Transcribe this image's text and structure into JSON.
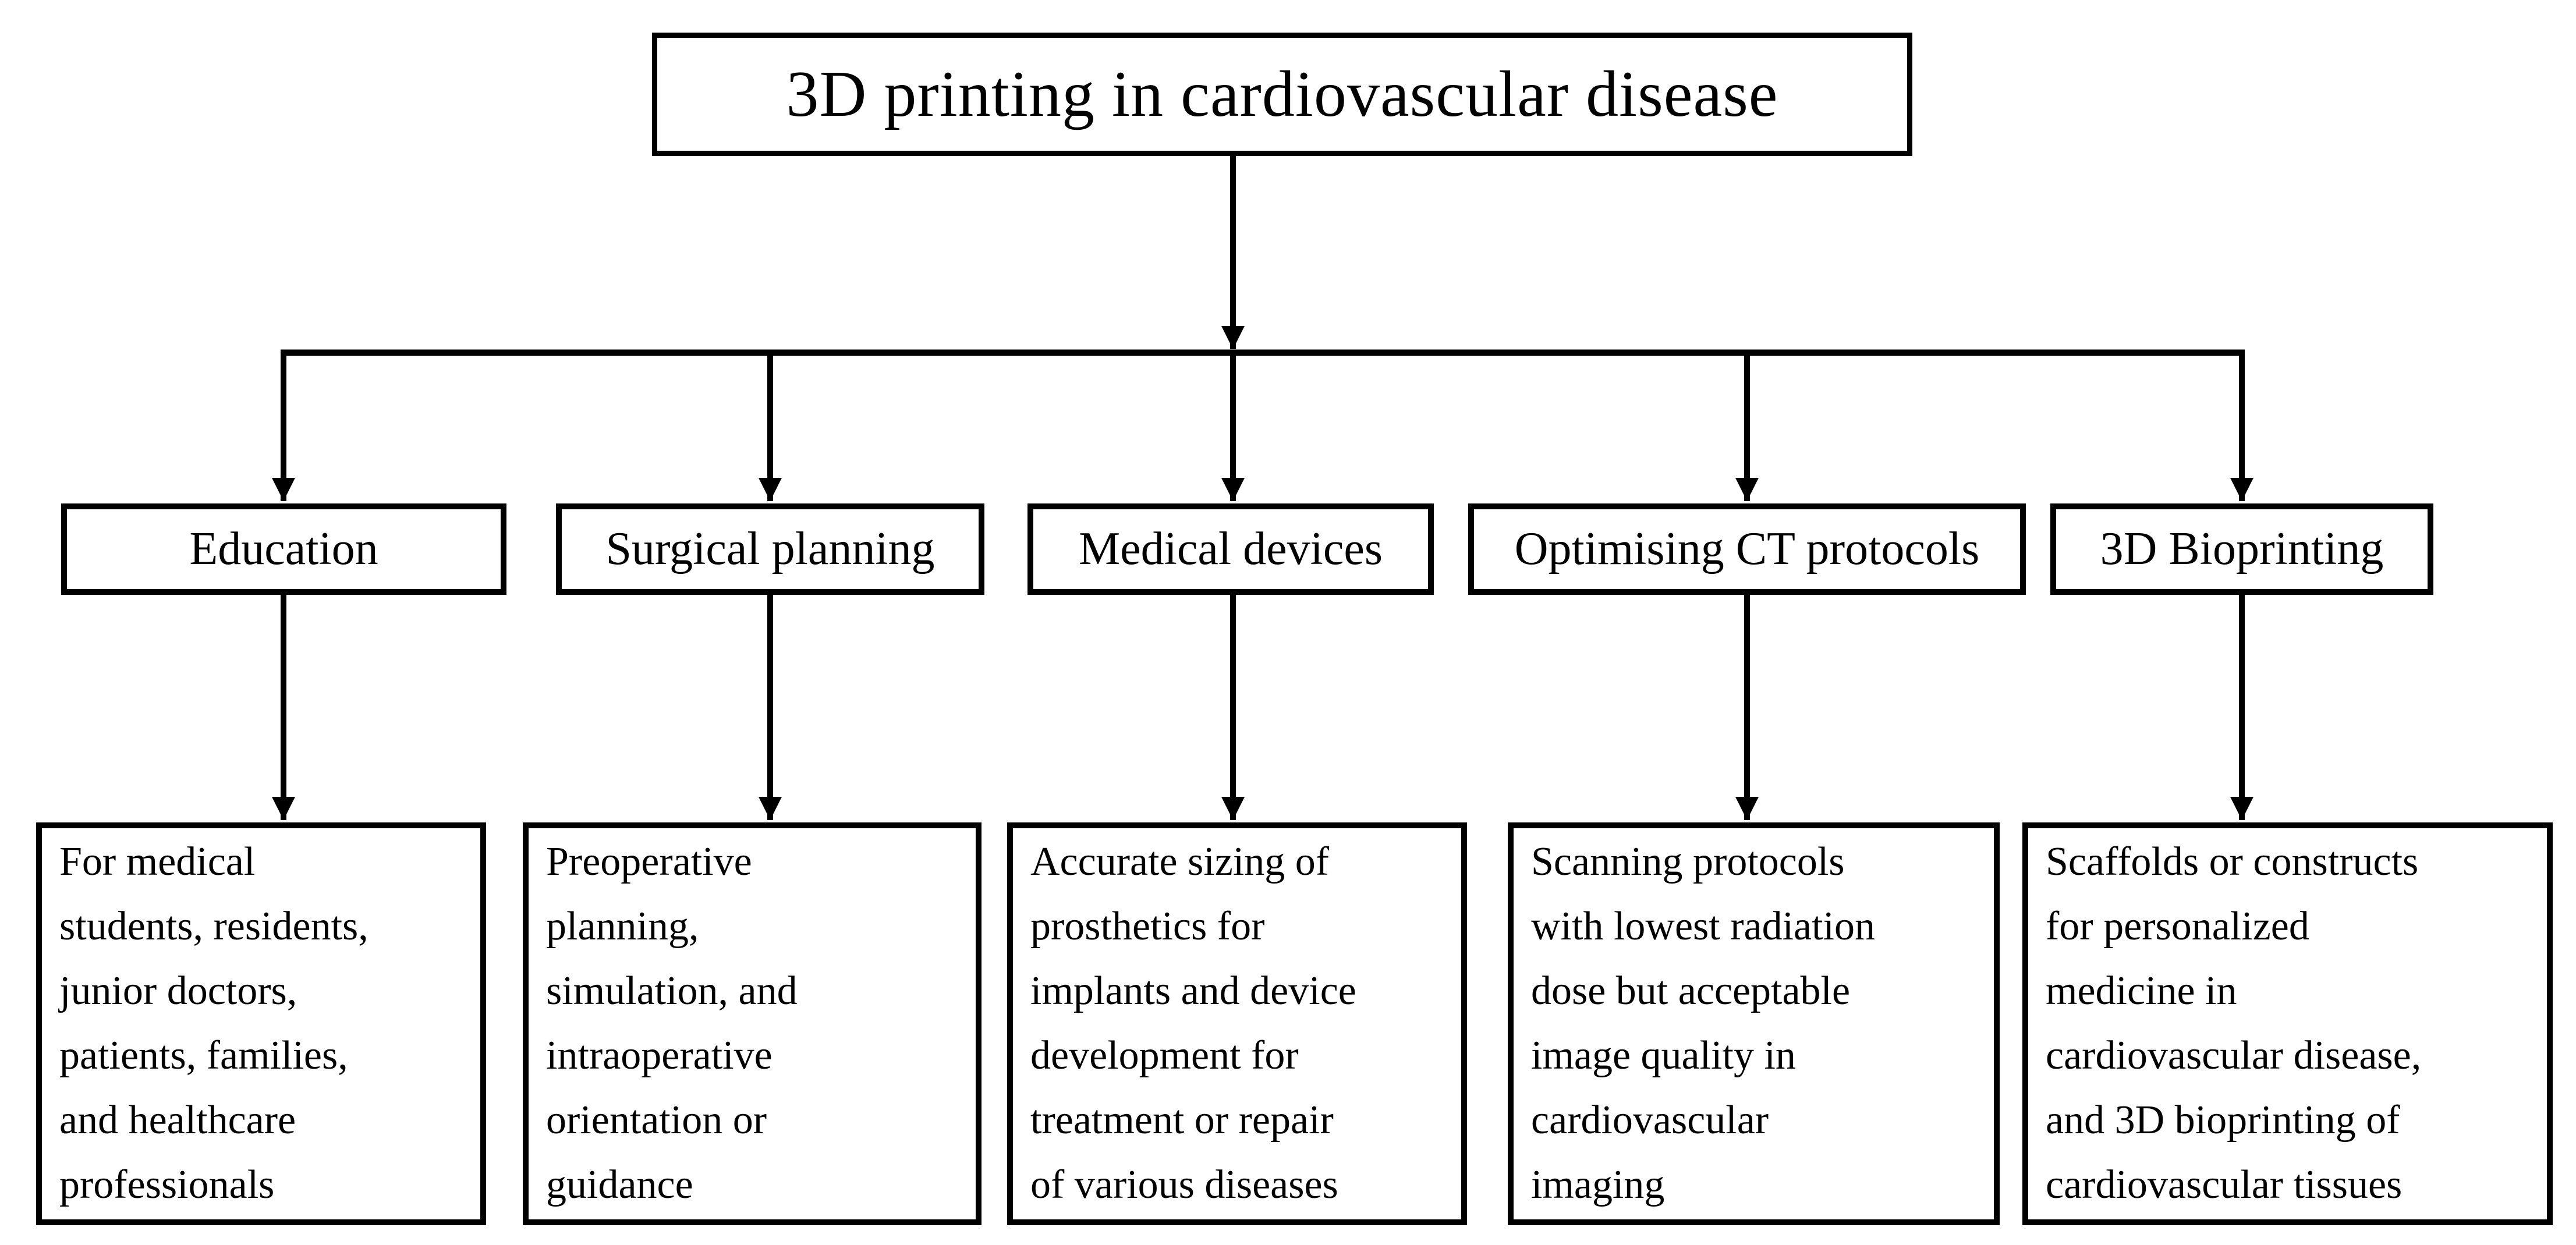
{
  "diagram": {
    "title": "3D printing in cardiovascular disease",
    "background_color": "#ffffff",
    "line_color": "#000000",
    "text_color": "#000000",
    "branches": [
      {
        "label": "Education",
        "description": "For medical\nstudents,  residents,\njunior doctors,\npatients,  families,\nand healthcare\nprofessionals"
      },
      {
        "label": "Surgical planning",
        "description": "Preoperative\nplanning,\nsimulation, and\nintraoperative\norientation or\nguidance"
      },
      {
        "label": "Medical devices",
        "description": "Accurate  sizing  of\nprosthetics  for\nimplants  and  device\ndevelopment  for\ntreatment  or repair\nof various diseases"
      },
      {
        "label": "Optimising CT protocols",
        "description": "Scanning  protocols\nwith lowest radiation\ndose but acceptable\nimage quality in\ncardiovascular\nimaging"
      },
      {
        "label": "3D Bioprinting",
        "description": "Scaffolds  or constructs\nfor personalized\nmedicine  in\ncardiovascular  disease,\nand 3D bioprinting  of\ncardiovascular  tissues"
      }
    ]
  }
}
